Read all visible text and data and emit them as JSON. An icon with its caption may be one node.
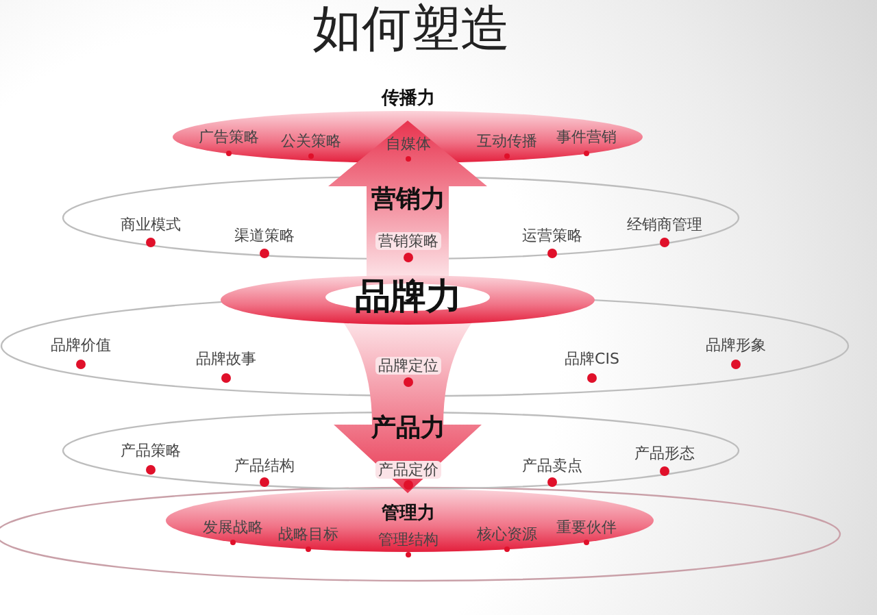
{
  "diagram": {
    "title": "如何塑造",
    "nodes": [
      {
        "text": [
          "传播力",
          "广告策略",
          "公关策略",
          "自媒体",
          "互动传播",
          "事件营销"
        ]
      },
      {
        "text": [
          "营销力",
          "商业模式",
          "渠道策略",
          "营销策略",
          "运营策略",
          "经销商管理"
        ]
      },
      {
        "text": [
          "品牌力"
        ]
      },
      {
        "text": [
          "品牌价值",
          "品牌故事",
          "品牌定位",
          "品牌CIS",
          "品牌形象"
        ]
      },
      {
        "text": [
          "产品力",
          "产品策略",
          "产品结构",
          "产品定价",
          "产品卖点",
          "产品形态"
        ]
      },
      {
        "text": [
          "管理力",
          "发展战略",
          "战略目标",
          "管理结构",
          "核心资源",
          "重要伙伴"
        ]
      }
    ],
    "edges": [
      {
        "from": 2,
        "to": 0,
        "arrow": "to"
      },
      {
        "from": 2,
        "to": 5,
        "arrow": "to"
      }
    ]
  }
}
